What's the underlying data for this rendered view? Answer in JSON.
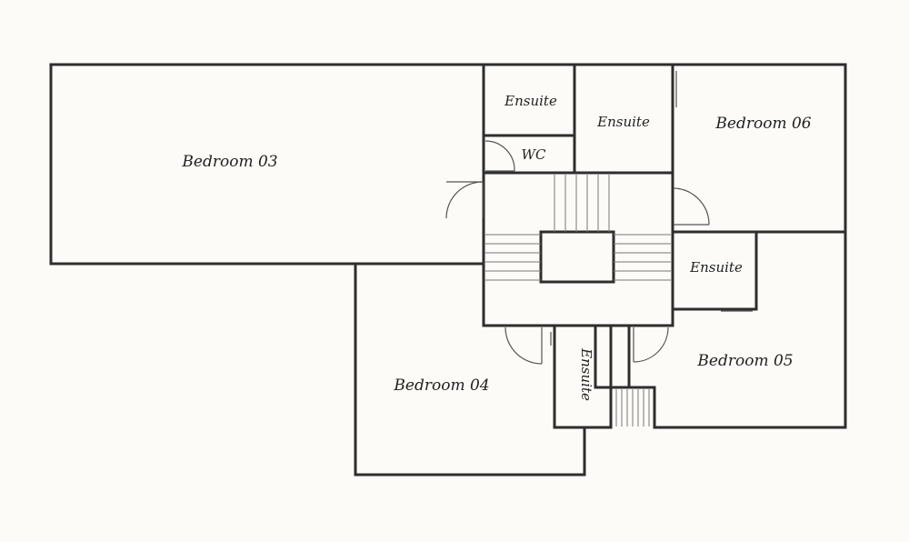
{
  "rooms": {
    "bedroom_03": "Bedroom 03",
    "bedroom_04": "Bedroom 04",
    "bedroom_05": "Bedroom 05",
    "bedroom_06": "Bedroom 06",
    "ensuite_top_left": "Ensuite",
    "ensuite_top_mid": "Ensuite",
    "ensuite_right": "Ensuite",
    "ensuite_vertical": "Ensuite",
    "wc": "WC"
  },
  "colors": {
    "background": "#fcfbf7",
    "wall": "#2e2e2e",
    "linework": "#555555"
  }
}
